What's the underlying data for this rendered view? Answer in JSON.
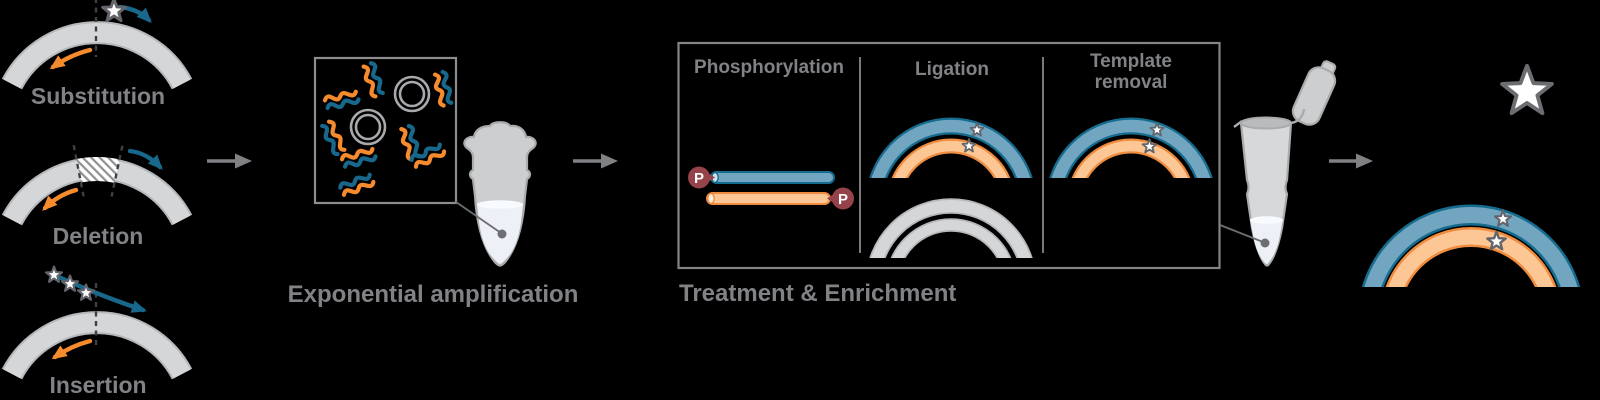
{
  "diagram": {
    "inputs": [
      {
        "label": "Substitution"
      },
      {
        "label": "Deletion"
      },
      {
        "label": "Insertion"
      }
    ],
    "amplification": {
      "label": "Exponential amplification"
    },
    "treatment": {
      "label": "Treatment & Enrichment",
      "phosphate_symbol": "P",
      "steps": [
        {
          "label": "Phosphorylation"
        },
        {
          "label": "Ligation"
        },
        {
          "label": "Template removal"
        }
      ]
    },
    "icons": {
      "mutation_marker": "star-icon",
      "variant_strand": "teal-curved-arrow-icon",
      "wild_type_strand": "orange-curved-arrow-icon",
      "deleted_region": "hatched-wedge-icon",
      "circular_template": "double-ring-icon",
      "closed_tube": "microcentrifuge-tube-closed-icon",
      "open_tube": "microcentrifuge-tube-open-icon",
      "flow_arrow": "right-arrow-icon",
      "phosphate": "phosphate-badge-icon"
    },
    "colors": {
      "teal": "#17688a",
      "orange": "#f68b2e",
      "blue_band_fill": "#72a5bf",
      "blue_band_stroke": "#166c8e",
      "orange_band_fill": "#fcc795",
      "orange_band_stroke": "#ef8c3f",
      "gray_arc_fill": "#d4d6d8",
      "gray_arc_stroke": "#b5b7ba",
      "label_gray": "#808285",
      "phosphate_red": "#96424a",
      "arrow_gray": "#7f8184",
      "background": "#000000"
    }
  }
}
